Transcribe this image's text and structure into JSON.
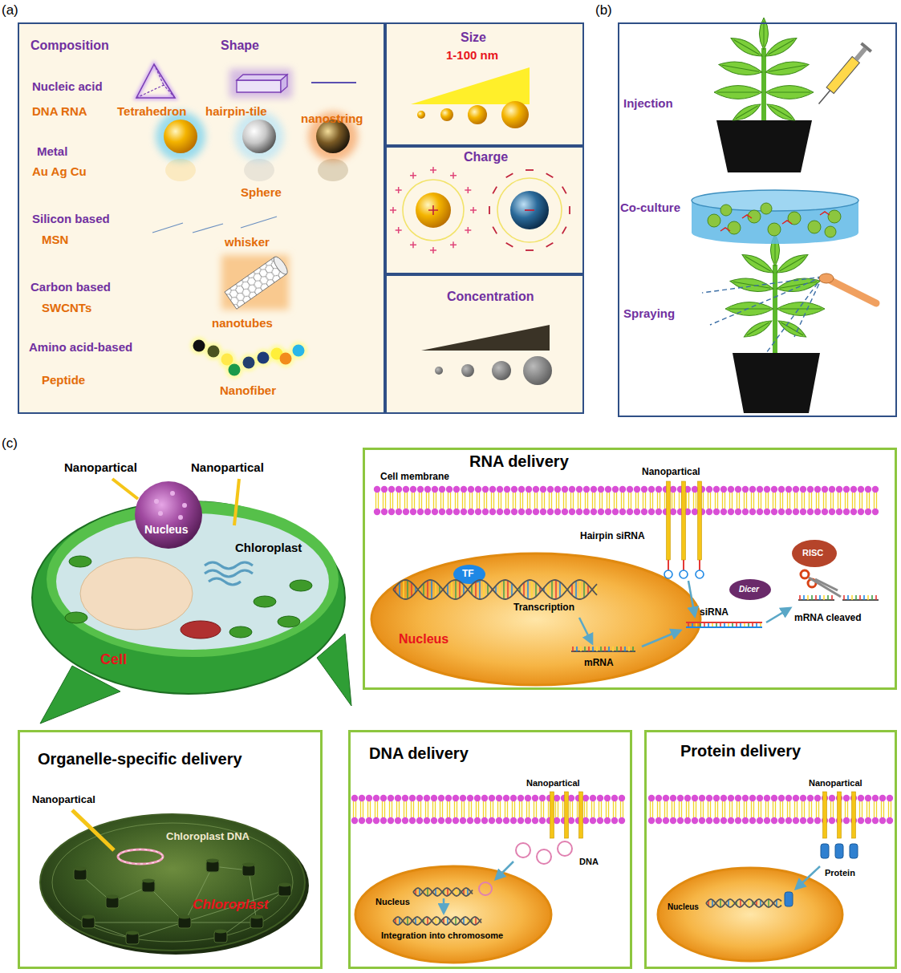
{
  "diagram": {
    "nodes": [
      {
        "text": [
          "(a)"
        ]
      },
      {
        "text": [
          "Composition",
          "Shape",
          "Nucleic acid",
          "DNA RNA",
          "Tetrahedron",
          "hairpin-tile",
          "nanostring",
          "Metal",
          "Au Ag Cu",
          "Sphere",
          "Silicon based",
          "MSN",
          "whisker",
          "Carbon based",
          "SWCNTs",
          "nanotubes",
          "Amino acid-based",
          "Peptide",
          "Nanofiber"
        ],
        "in": 0
      },
      {
        "text": [
          "Size",
          "1-100 nm"
        ],
        "in": 0
      },
      {
        "text": [
          "Charge"
        ],
        "in": 0
      },
      {
        "text": [
          "Concentration"
        ],
        "in": 0
      },
      {
        "text": [
          "(b)",
          "Injection",
          "Co-culture",
          "Spraying"
        ]
      },
      {
        "text": [
          "RNA delivery",
          "Cell membrane",
          "Nanopartical",
          "Hairpin siRNA",
          "TF",
          "Transcription",
          "Nucleus",
          "mRNA",
          "Dicer",
          "siRNA",
          "RISC",
          "mRNA cleaved"
        ]
      },
      {
        "text": [
          "Organelle-specific delivery",
          "Nanopartical",
          "Chloroplast DNA",
          "Chloroplast"
        ]
      },
      {
        "text": [
          "DNA delivery",
          "Nanopartical",
          "DNA",
          "Nucleus",
          "Integration into chromosome"
        ]
      },
      {
        "text": [
          "Protein delivery",
          "Nanopartical",
          "Protein",
          "Nucleus"
        ]
      }
    ],
    "labels": [
      "(c)",
      "Nanopartical",
      "Nanopartical",
      "Nucleus",
      "Chloroplast",
      "Cell"
    ]
  }
}
